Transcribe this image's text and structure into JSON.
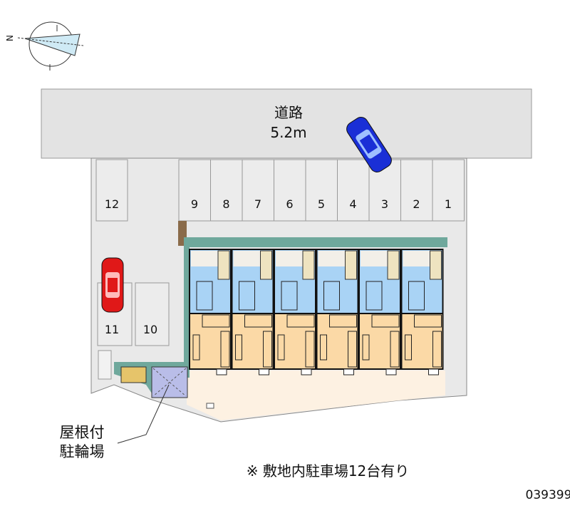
{
  "compass": {
    "label": "N"
  },
  "road": {
    "name": "道路",
    "width": "5.2m"
  },
  "parking_stalls": [
    "12",
    "9",
    "8",
    "7",
    "6",
    "5",
    "4",
    "3",
    "2",
    "1",
    "11",
    "10"
  ],
  "bike_parking": {
    "line1": "屋根付",
    "line2": "駐輪場"
  },
  "note": "※ 敷地内駐車場12台有り",
  "property_id": "039399",
  "colors": {
    "road": "#e3e3e3",
    "lot": "#e9e9e9",
    "walkway": "#6fa89c",
    "wet_area": "#a9d3f5",
    "room": "#fbd9a6",
    "yard": "#fdf1e2",
    "blue_car": "#1a2fd6",
    "red_car": "#e01818",
    "bike_roof": "#b9bde8"
  }
}
